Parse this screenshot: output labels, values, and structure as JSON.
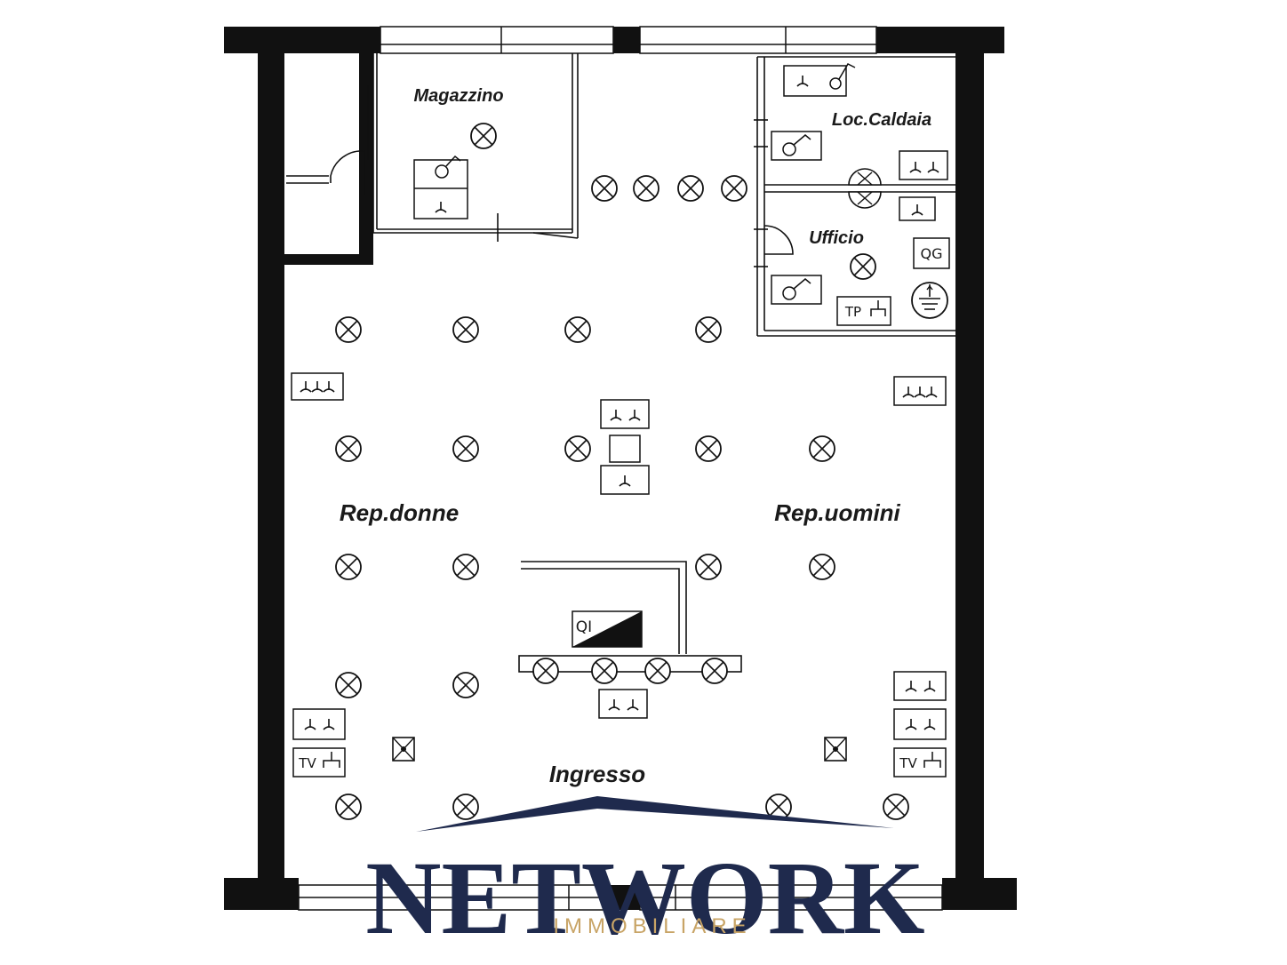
{
  "rooms": {
    "magazzino": "Magazzino",
    "loc_caldaia": "Loc.Caldaia",
    "ufficio": "Ufficio",
    "rep_donne": "Rep.donne",
    "rep_uomini": "Rep.uomini",
    "ingresso": "Ingresso"
  },
  "symbols": {
    "qg": "QG",
    "qi": "QI",
    "tp": "TP",
    "tv": "TV"
  },
  "brand": {
    "name": "NETWORK",
    "tagline": "IMMOBILIARE",
    "navy": "#1f2a4d",
    "gold": "#c8a466"
  }
}
